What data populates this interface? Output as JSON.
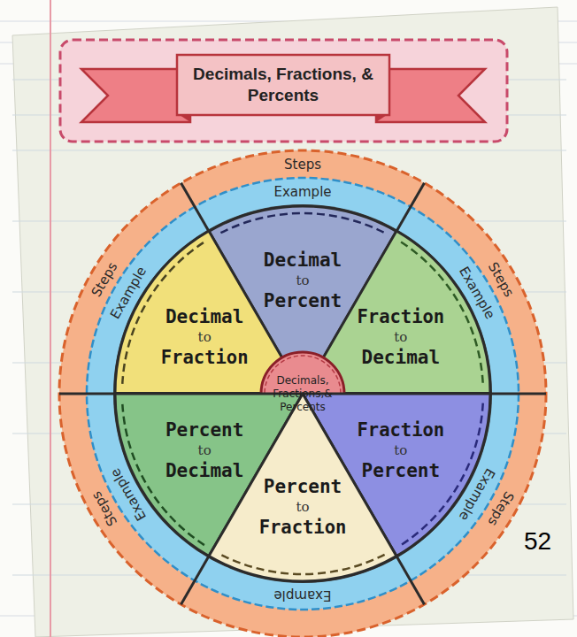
{
  "diagram": {
    "title": "Decimals, Fractions, & Percents",
    "nodes": [
      {
        "text": [
          "Decimal",
          "to",
          "Percent"
        ]
      },
      {
        "text": [
          "Decimal",
          "to",
          "Fraction"
        ]
      },
      {
        "text": [
          "Fraction",
          "to",
          "Decimal"
        ]
      },
      {
        "text": [
          "Decimals, Fractions,& Percents"
        ]
      },
      {
        "text": [
          "Percent",
          "to",
          "Decimal"
        ]
      },
      {
        "text": [
          "Fraction",
          "to",
          "Percent"
        ]
      },
      {
        "text": [
          "Percent",
          "to",
          "Fraction"
        ]
      }
    ],
    "labels": [
      "Steps",
      "Example",
      "Steps",
      "Example",
      "Example",
      "Steps",
      "Example",
      "Steps",
      "Example",
      "Steps",
      "Example",
      "52"
    ]
  }
}
